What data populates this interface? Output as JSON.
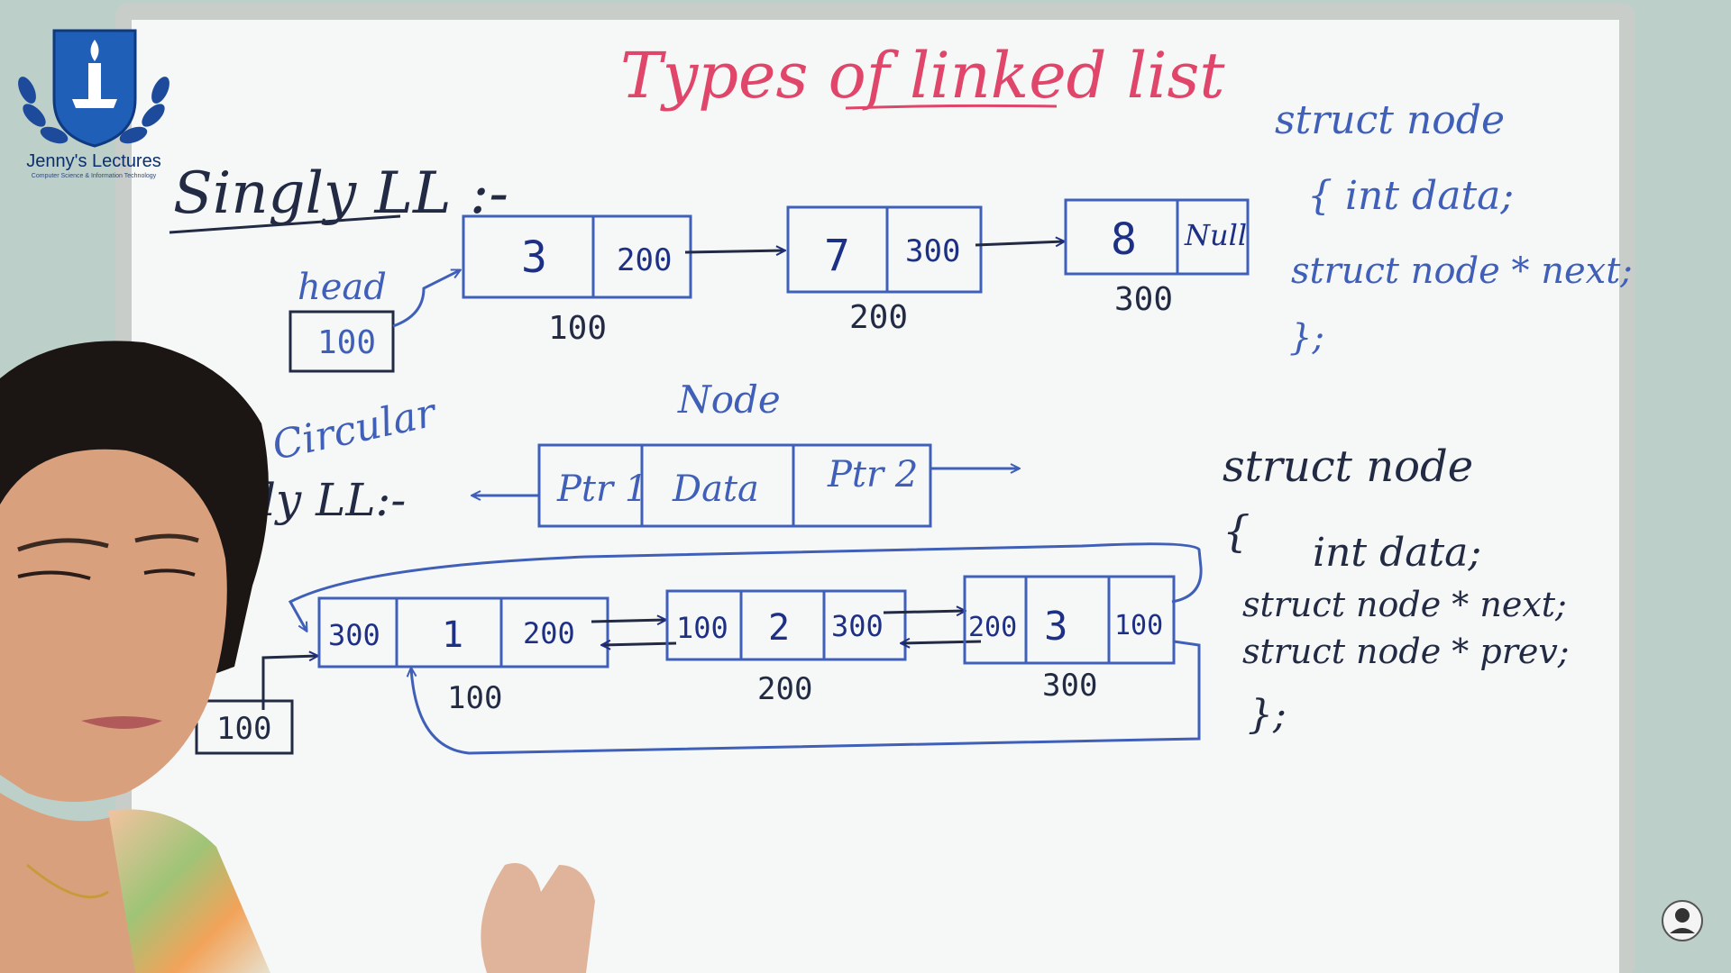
{
  "logo": {
    "name": "Jenny's Lectures",
    "tagline": "Computer Science & Information Technology"
  },
  "title": "Types of linked list",
  "colors": {
    "title": "#e0456a",
    "ink": "#1e2f86",
    "box": "#3f5fb8",
    "board": "#f6f8f7",
    "wall": "#bcd0c9",
    "frame": "#c9cdc9"
  },
  "singly": {
    "heading": "Singly LL :-",
    "head_label": "head",
    "head_value": "100",
    "nodes": [
      {
        "data": "3",
        "next": "200",
        "addr": "100"
      },
      {
        "data": "7",
        "next": "300",
        "addr": "200"
      },
      {
        "data": "8",
        "next": "Null",
        "addr": "300"
      }
    ]
  },
  "struct_singly": {
    "lines": [
      "struct node",
      "{   int data;",
      "struct node * next;",
      "};"
    ]
  },
  "node_diagram": {
    "label": "Node",
    "cells": [
      "Ptr 1",
      "Data",
      "Ptr 2"
    ]
  },
  "circular": {
    "heading_top": "Circular",
    "heading_bottom": "ly LL:-",
    "head_value": "100",
    "nodes": [
      {
        "prev": "300",
        "data": "1",
        "next": "200",
        "addr": "100"
      },
      {
        "prev": "100",
        "data": "2",
        "next": "300",
        "addr": "200"
      },
      {
        "prev": "200",
        "data": "3",
        "next": "100",
        "addr": "300"
      }
    ]
  },
  "struct_doubly": {
    "lines": [
      "struct node",
      "{",
      "int data;",
      "struct node * next;",
      "struct node * prev;",
      "};"
    ]
  },
  "channel_icon": "presenter-avatar-icon"
}
